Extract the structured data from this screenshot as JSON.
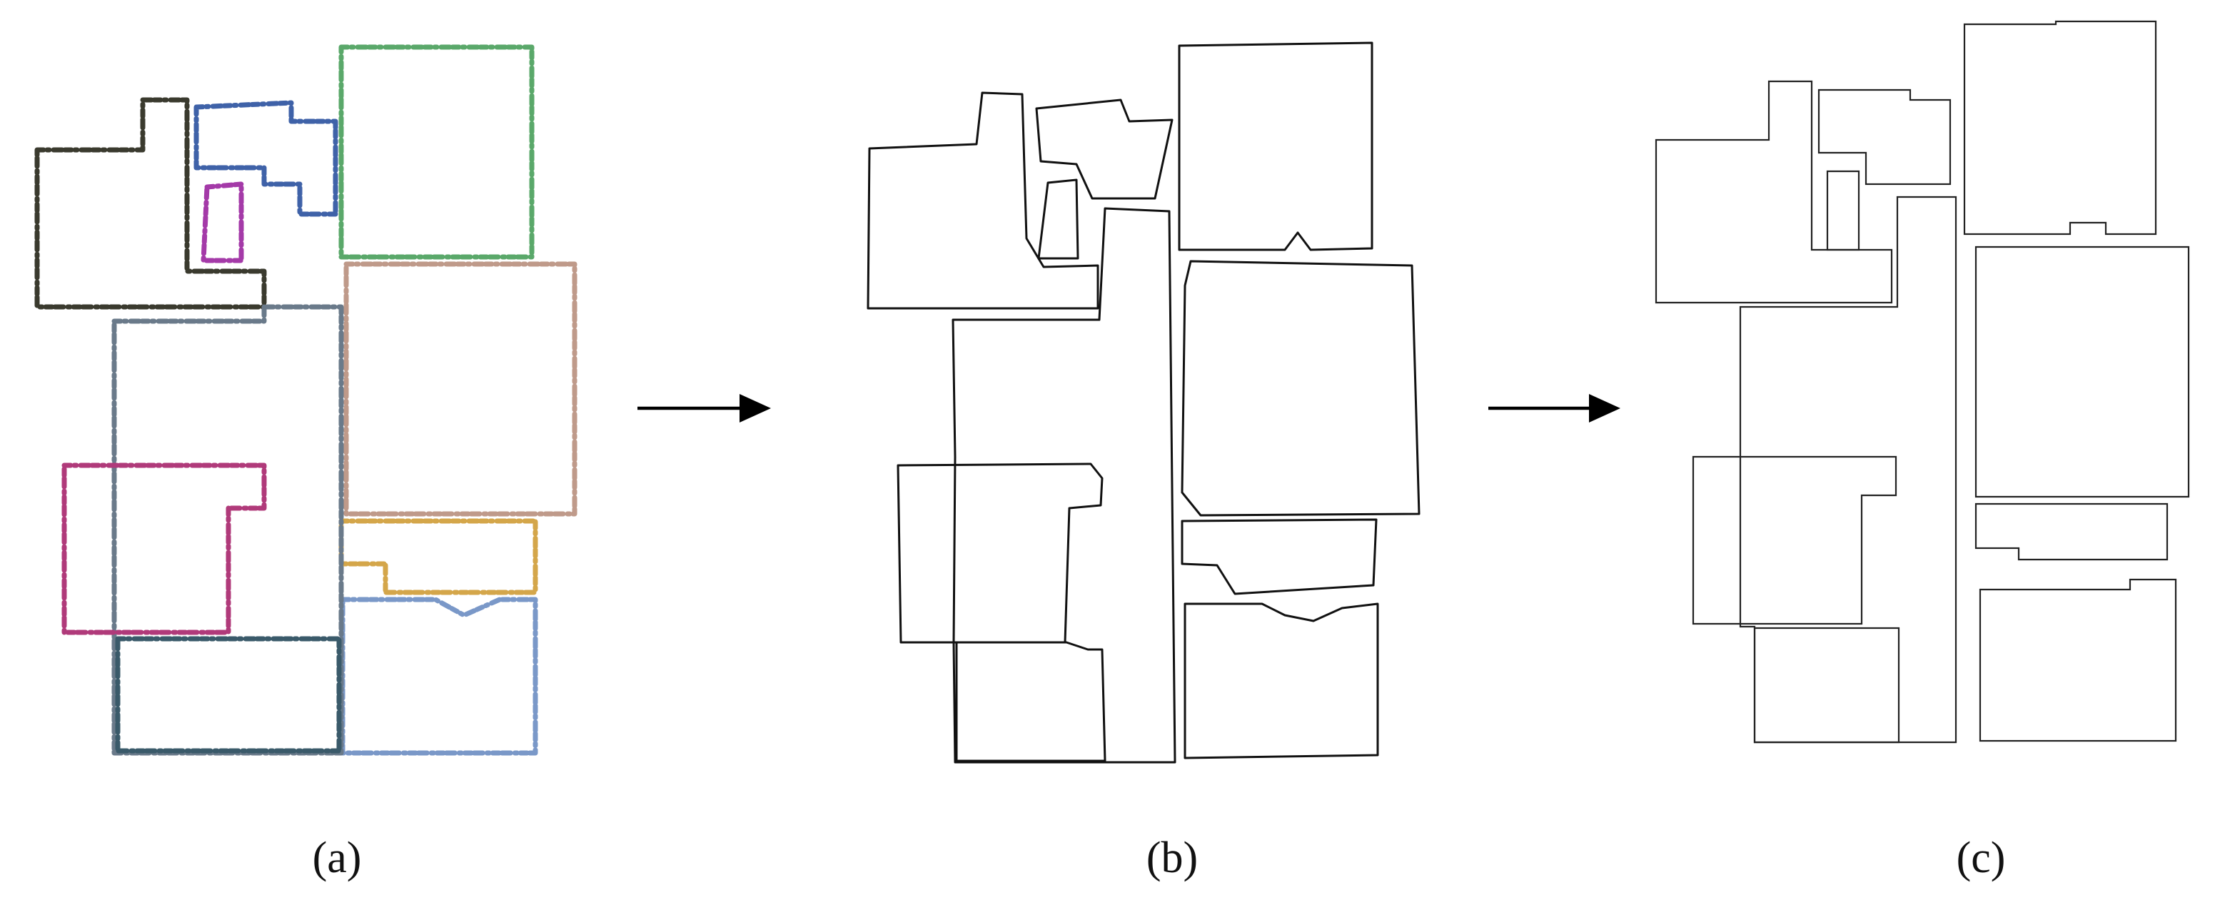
{
  "panels": [
    {
      "id": "a",
      "label": "(a)",
      "style": "colored noisy room boundaries"
    },
    {
      "id": "b",
      "label": "(b)",
      "style": "traced irregular outlines"
    },
    {
      "id": "c",
      "label": "(c)",
      "style": "regularized rectilinear polygons"
    }
  ],
  "arrows": 2,
  "room_colors": {
    "entrance": "#3a3a2e",
    "corridor_top": "#3f62a8",
    "closet": "#a43aa8",
    "room_top_right": "#5aa86a",
    "room_mid_right": "#bf9a8a",
    "room_small_right": "#d4a64a",
    "room_bottom_right": "#7a98c8",
    "room_left_bottom": "#b03a7a",
    "corridor_main": "#6a7a8a",
    "room_bottom_left": "#3a5a6a"
  }
}
